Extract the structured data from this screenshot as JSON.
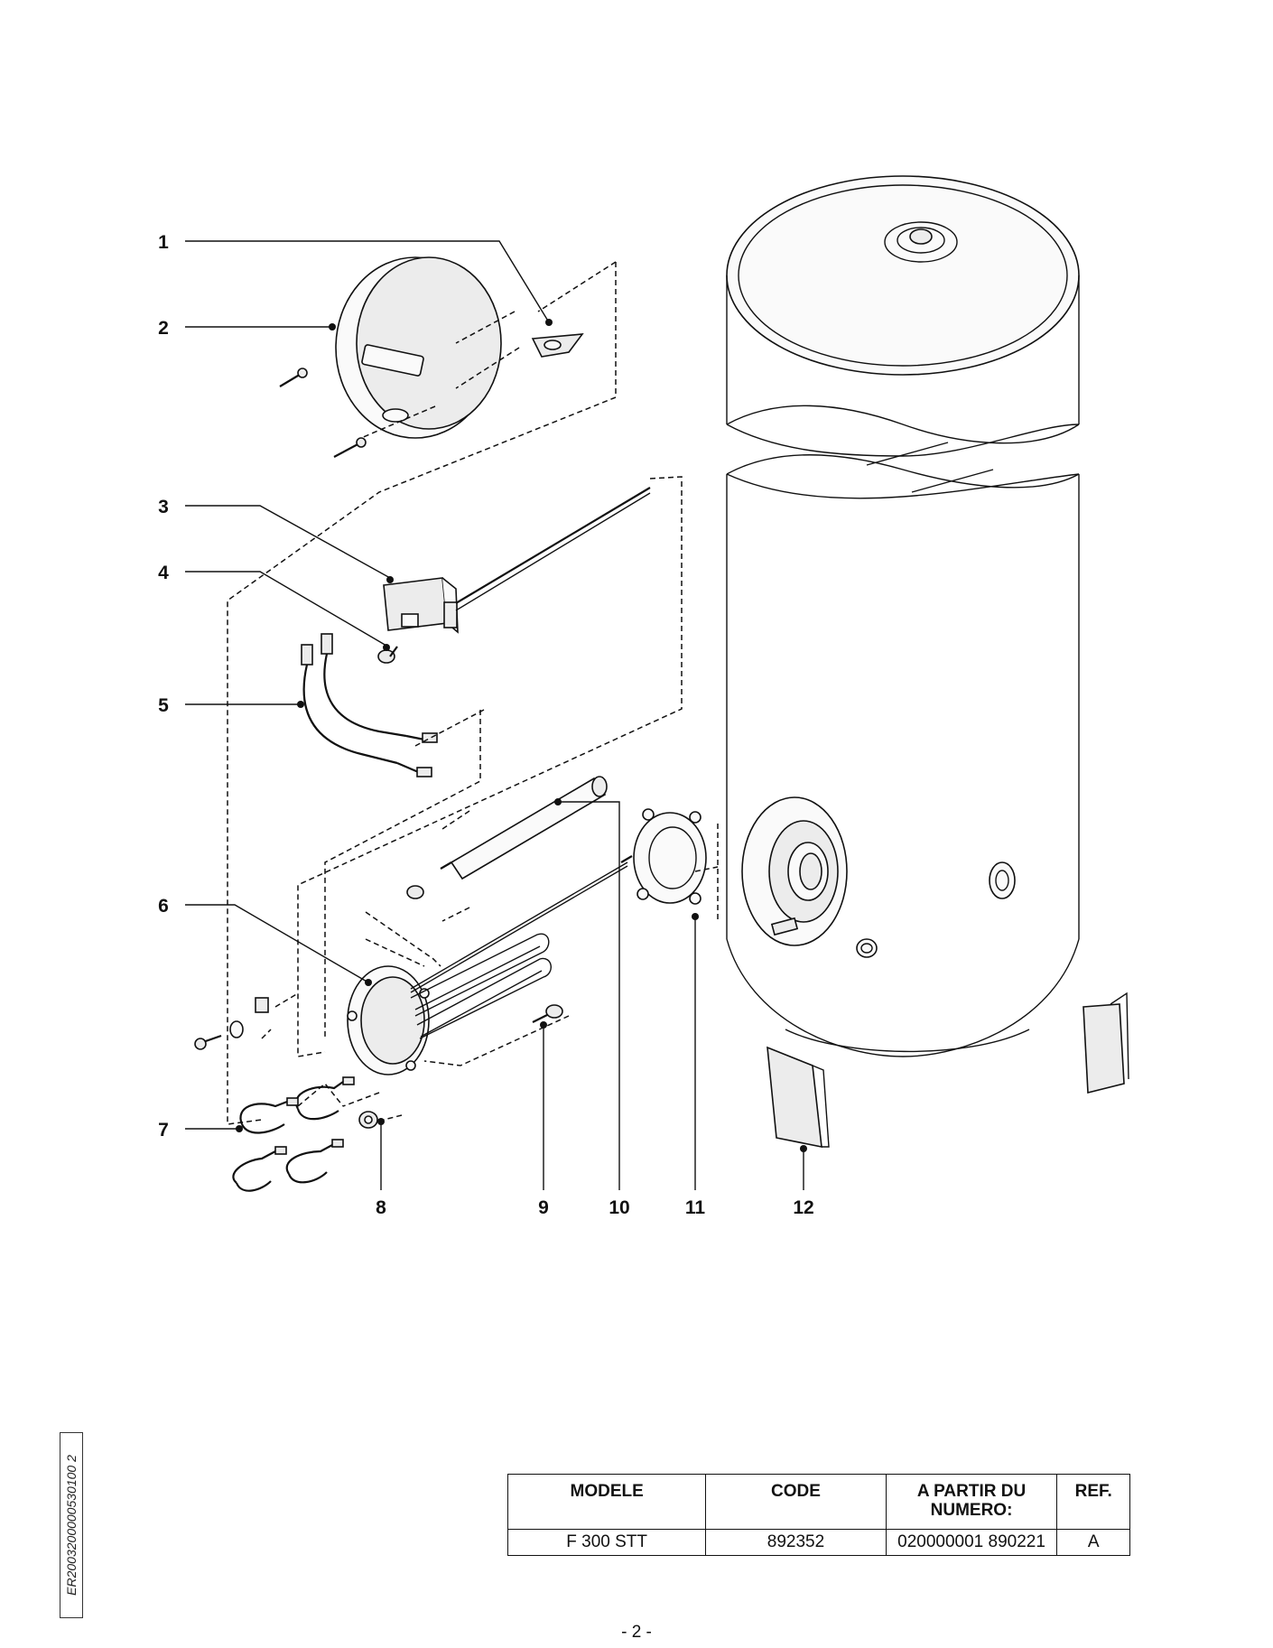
{
  "diagram": {
    "callouts": [
      "1",
      "2",
      "3",
      "4",
      "5",
      "6",
      "7",
      "8",
      "9",
      "10",
      "11",
      "12"
    ]
  },
  "doc_reference": "ER2003200000530100 2",
  "table": {
    "headers": [
      "MODELE",
      "CODE",
      "A PARTIR DU\nNUMERO:",
      "REF."
    ],
    "row": [
      "F 300 STT",
      "892352",
      "020000001 890221",
      "A"
    ]
  },
  "page_number": "- 2 -"
}
